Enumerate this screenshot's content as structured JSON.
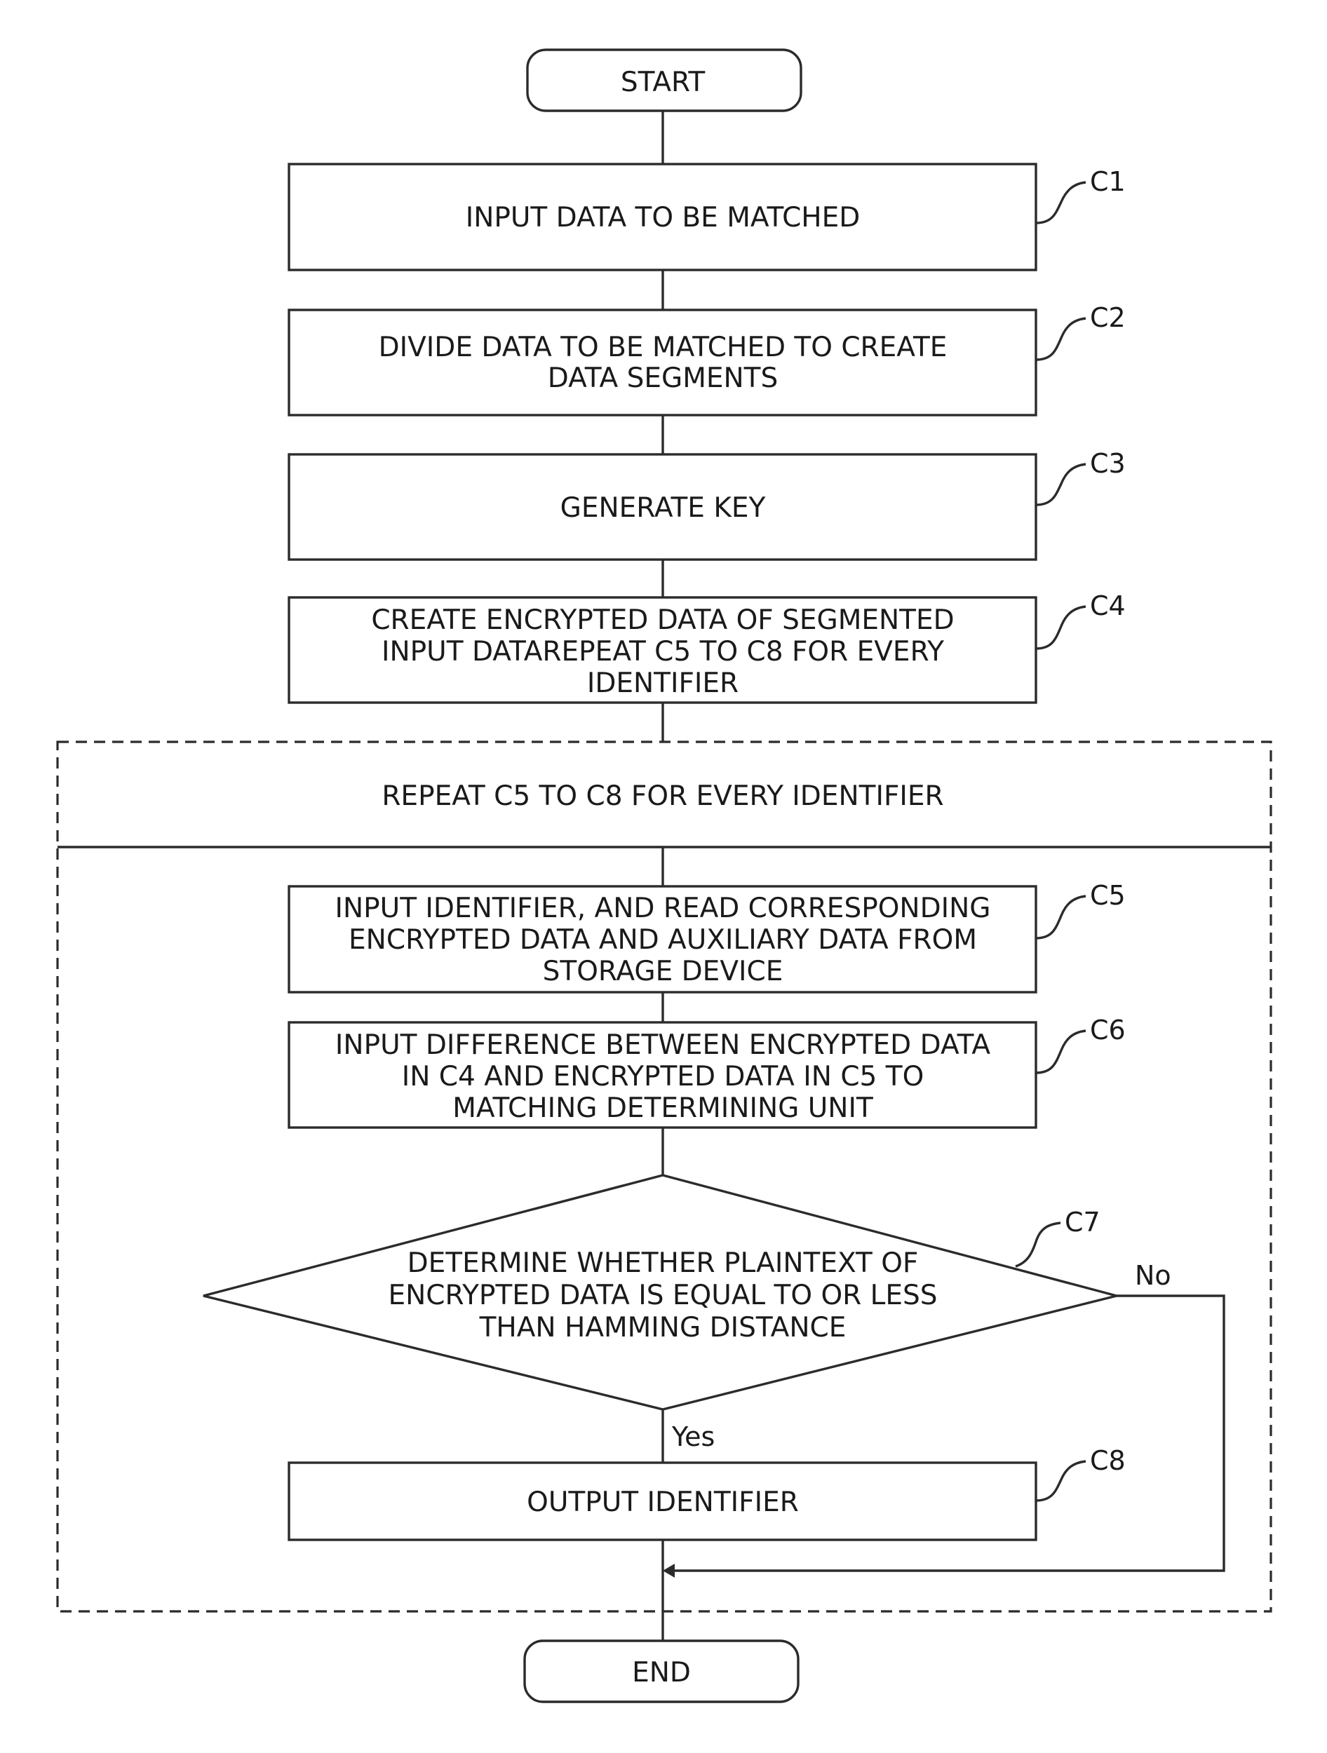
{
  "terminals": {
    "start": "START",
    "end": "END"
  },
  "steps": {
    "c1": {
      "label": "C1",
      "lines": [
        "INPUT DATA TO BE MATCHED"
      ]
    },
    "c2": {
      "label": "C2",
      "lines": [
        "DIVIDE DATA TO BE MATCHED TO CREATE",
        "DATA SEGMENTS"
      ]
    },
    "c3": {
      "label": "C3",
      "lines": [
        "GENERATE KEY"
      ]
    },
    "c4": {
      "label": "C4",
      "lines": [
        "CREATE ENCRYPTED DATA OF SEGMENTED",
        "INPUT DATAREPEAT C5 TO C8 FOR EVERY",
        "IDENTIFIER"
      ]
    },
    "c5": {
      "label": "C5",
      "lines": [
        "INPUT IDENTIFIER, AND READ CORRESPONDING",
        "ENCRYPTED DATA AND AUXILIARY DATA FROM",
        "STORAGE DEVICE"
      ]
    },
    "c6": {
      "label": "C6",
      "lines": [
        "INPUT DIFFERENCE BETWEEN ENCRYPTED DATA",
        "IN C4 AND ENCRYPTED DATA IN C5 TO",
        "MATCHING DETERMINING UNIT"
      ]
    },
    "c7": {
      "label": "C7",
      "lines": [
        "DETERMINE WHETHER PLAINTEXT OF",
        "ENCRYPTED DATA IS EQUAL TO OR LESS",
        "THAN HAMMING DISTANCE"
      ]
    },
    "c8": {
      "label": "C8",
      "lines": [
        "OUTPUT IDENTIFIER"
      ]
    }
  },
  "loop": {
    "title": "REPEAT C5 TO C8 FOR EVERY IDENTIFIER"
  },
  "branches": {
    "yes": "Yes",
    "no": "No"
  }
}
